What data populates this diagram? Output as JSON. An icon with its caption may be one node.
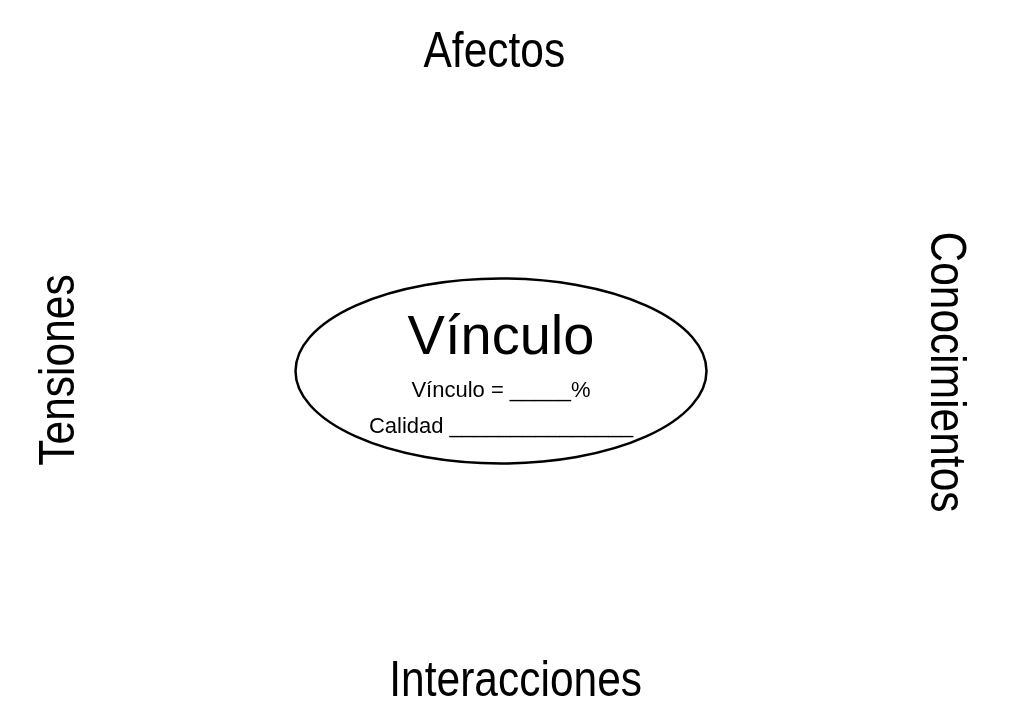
{
  "diagram": {
    "nodes": [
      {
        "text": [
          "Vínculo",
          "Vínculo = _____%",
          "Calidad _______________"
        ]
      }
    ],
    "edges": [],
    "labels": [
      "Afectos",
      "Tensiones",
      "Conocimientos",
      "Interacciones"
    ]
  }
}
